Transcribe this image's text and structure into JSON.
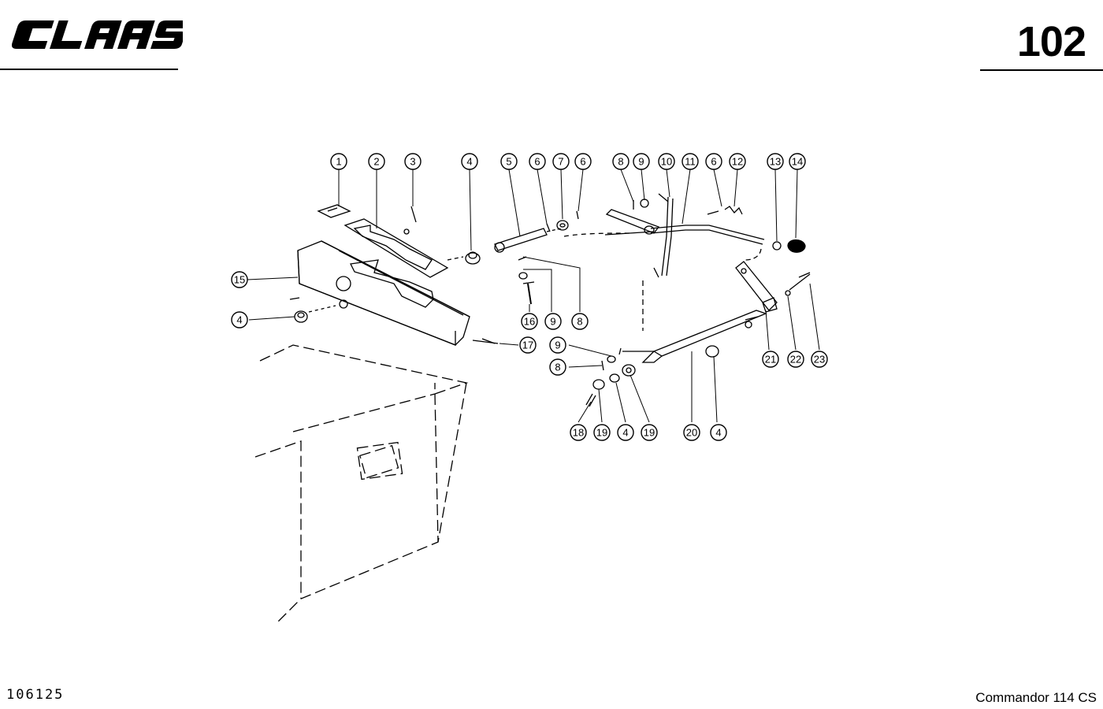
{
  "header": {
    "brand_logo_text": "CLAAS",
    "page_number": "102"
  },
  "footer": {
    "document_number": "106125",
    "model_name": "Commandor 114 CS"
  },
  "callouts": [
    "1",
    "2",
    "3",
    "4",
    "5",
    "6",
    "7",
    "6",
    "8",
    "9",
    "10",
    "11",
    "6",
    "12",
    "13",
    "14",
    "15",
    "4",
    "16",
    "9",
    "8",
    "17",
    "9",
    "8",
    "21",
    "22",
    "23",
    "18",
    "19",
    "4",
    "19",
    "20",
    "4"
  ]
}
